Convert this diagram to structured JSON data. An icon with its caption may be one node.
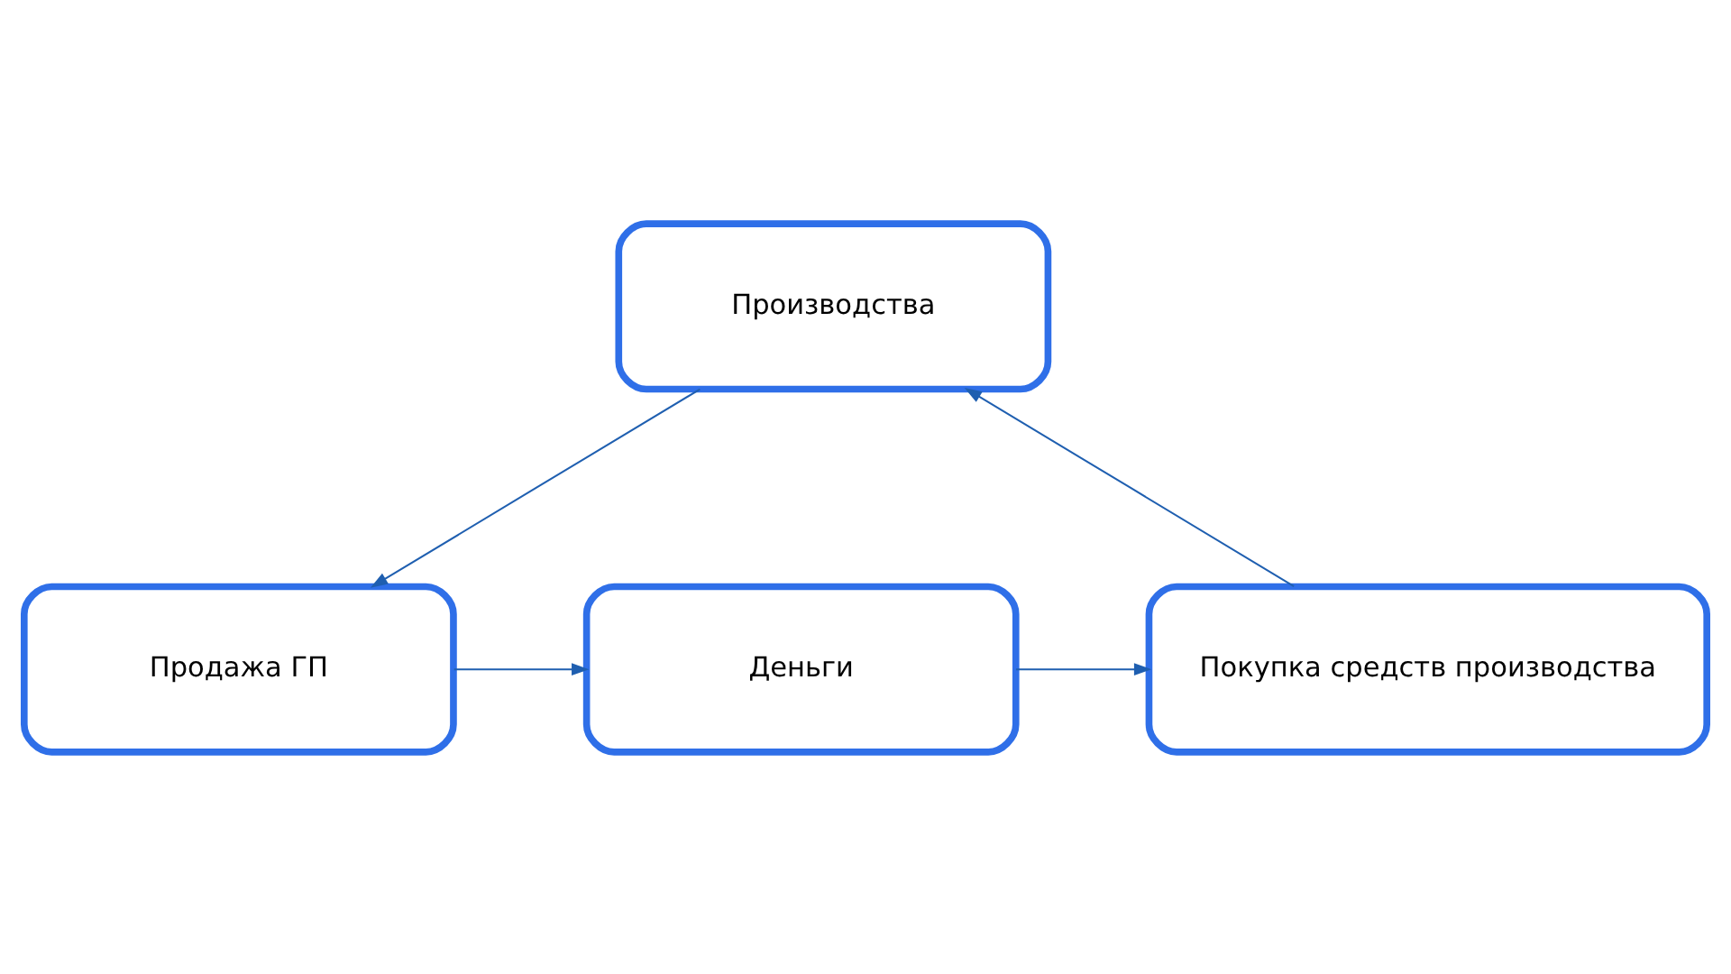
{
  "diagram": {
    "nodes": [
      {
        "text": [
          "Производства"
        ]
      },
      {
        "text": [
          "Покупка средств производства"
        ]
      },
      {
        "text": [
          "Деньги"
        ]
      },
      {
        "text": [
          "Продажа ГП"
        ]
      }
    ],
    "edges": [
      {
        "from": 1,
        "to": 0,
        "arrow": "to"
      },
      {
        "from": 0,
        "to": 3,
        "arrow": "to"
      },
      {
        "from": 3,
        "to": 2,
        "arrow": "to"
      },
      {
        "from": 2,
        "to": 1,
        "arrow": "to"
      }
    ]
  }
}
